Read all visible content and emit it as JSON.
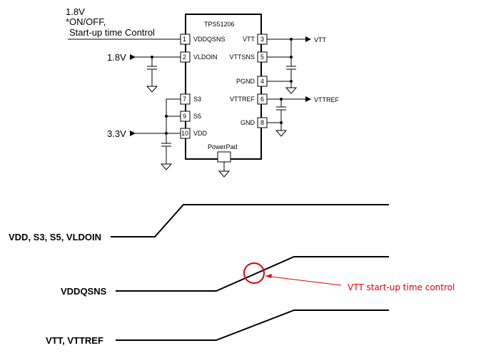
{
  "chip": {
    "name": "TPS51206",
    "powerpad": "PowerPad",
    "left_pins": [
      {
        "num": "1",
        "name": "VDDQSNS"
      },
      {
        "num": "2",
        "name": "VLDOIN"
      },
      {
        "num": "7",
        "name": "S3"
      },
      {
        "num": "9",
        "name": "S5"
      },
      {
        "num": "10",
        "name": "VDD"
      }
    ],
    "right_pins": [
      {
        "num": "3",
        "name": "VTT"
      },
      {
        "num": "5",
        "name": "VTTSNS"
      },
      {
        "num": "4",
        "name": "PGND"
      },
      {
        "num": "6",
        "name": "VTTREF"
      },
      {
        "num": "8",
        "name": "GND"
      }
    ]
  },
  "notes": {
    "line1": "1.8V",
    "line2": "*ON/OFF,",
    "line3": "Start-up time Control"
  },
  "inputs": {
    "vldoin": "1.8V",
    "vdd": "3.3V"
  },
  "outputs": {
    "vtt": "VTT",
    "vttref": "VTTREF"
  },
  "timing": {
    "signals": [
      {
        "label": "VDD, S3, S5, VLDOIN"
      },
      {
        "label": "VDDQSNS"
      },
      {
        "label": "VTT, VTTREF"
      }
    ],
    "annotation": "VTT start-up time control",
    "colors": {
      "annotation": "#e00000",
      "line": "#000000"
    }
  }
}
